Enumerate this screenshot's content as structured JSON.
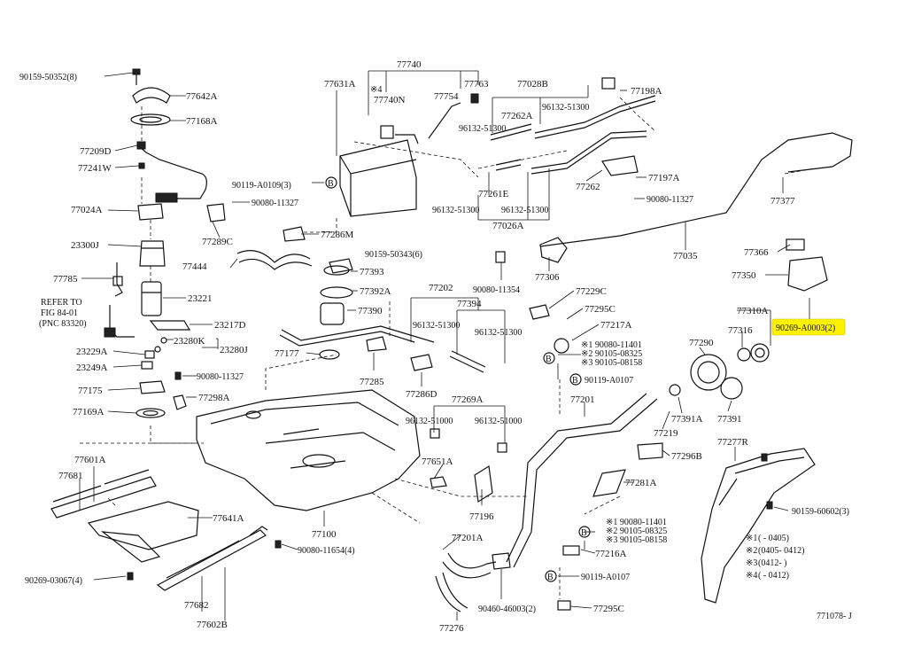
{
  "diagram": {
    "callouts": {
      "c_90159_50352": "90159-50352(8)",
      "c_77642A": "77642A",
      "c_77168A": "77168A",
      "c_77209D": "77209D",
      "c_77241W": "77241W",
      "c_77024A": "77024A",
      "c_23300J": "23300J",
      "c_77785": "77785",
      "c_refer1": "REFER TO",
      "c_refer2": "FIG 84-01",
      "c_refer3": "(PNC 83320)",
      "c_23221": "23221",
      "c_23217D": "23217D",
      "c_23280K": "23280K",
      "c_23280J": "23280J",
      "c_23229A": "23229A",
      "c_23249A": "23249A",
      "c_77175": "77175",
      "c_77169A": "77169A",
      "c_90080_11327a": "90080-11327",
      "c_77298A": "77298A",
      "c_77601A": "77601A",
      "c_77681": "77681",
      "c_77641A": "77641A",
      "c_90269_03067": "90269-03067(4)",
      "c_77682": "77682",
      "c_77602B": "77602B",
      "c_90080_11654": "90080-11654(4)",
      "c_77100": "77100",
      "c_77740": "77740",
      "c_77631A": "77631A",
      "c_77740N": "77740N",
      "c_x4": "※4",
      "c_77754": "77754",
      "c_77763": "77763",
      "c_90119_A0109": "90119-A0109(3)",
      "c_90080_11327b": "90080-11327",
      "c_77289C": "77289C",
      "c_77286M": "77286M",
      "c_90159_50343": "90159-50343(6)",
      "c_77444": "77444",
      "c_77393": "77393",
      "c_77392A": "77392A",
      "c_77390": "77390",
      "c_77177": "77177",
      "c_77285": "77285",
      "c_77202": "77202",
      "c_77394": "77394",
      "c_96132_51300_a": "96132-51300",
      "c_96132_51300_b": "96132-51300",
      "c_77286D": "77286D",
      "c_77269A": "77269A",
      "c_96132_51000_a": "96132-51000",
      "c_96132_51000_b": "96132-51000",
      "c_77651A": "77651A",
      "c_77196": "77196",
      "c_77201A": "77201A",
      "c_90460_46003": "90460-46003(2)",
      "c_77276": "77276",
      "c_77028B": "77028B",
      "c_96132_51300_c": "96132-51300",
      "c_77262A": "77262A",
      "c_96132_51300_d": "96132-51300",
      "c_77198A": "77198A",
      "c_77261E": "77261E",
      "c_96132_51300_e": "96132-51300",
      "c_96132_51300_f": "96132-51300",
      "c_77026A": "77026A",
      "c_77262": "77262",
      "c_77197A": "77197A",
      "c_90080_11327c": "90080-11327",
      "c_77377": "77377",
      "c_77035": "77035",
      "c_90080_11354": "90080-11354",
      "c_77306": "77306",
      "c_77229C": "77229C",
      "c_77295C_a": "77295C",
      "c_77217A": "77217A",
      "c_x1_90080_11401_a": "※1 90080-11401",
      "c_x2_90105_08325_a": "※2 90105-08325",
      "c_x3_90105_08158_a": "※3 90105-08158",
      "c_90119_A0107_a": "90119-A0107",
      "c_77201": "77201",
      "c_77366": "77366",
      "c_77350": "77350",
      "c_77310A": "77310A",
      "c_77316": "77316",
      "c_77290": "77290",
      "c_90269_A0003": "90269-A0003(2)",
      "c_77391A": "77391A",
      "c_77391": "77391",
      "c_77219": "77219",
      "c_77296B": "77296B",
      "c_77277R": "77277R",
      "c_77281A": "77281A",
      "c_90159_60602": "90159-60602(3)",
      "c_x1_90080_11401_b": "※1 90080-11401",
      "c_x2_90105_08325_b": "※2 90105-08325",
      "c_x3_90105_08158_b": "※3 90105-08158",
      "c_77216A": "77216A",
      "c_90119_A0107_b": "90119-A0107",
      "c_77295C_b": "77295C",
      "c_B": "B",
      "c_ref": "771078- J"
    },
    "legend": [
      {
        "mark": "※1",
        "range": "(        - 0405)"
      },
      {
        "mark": "※2",
        "range": "(0405- 0412)"
      },
      {
        "mark": "※3",
        "range": "(0412-        )"
      },
      {
        "mark": "※4",
        "range": "(        - 0412)"
      }
    ],
    "highlight_color": "#fff200"
  }
}
